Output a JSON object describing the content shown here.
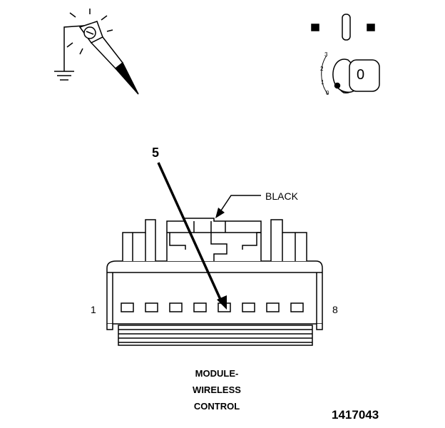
{
  "callout_number": "5",
  "wire_label": "BLACK",
  "pin_first": "1",
  "pin_last": "8",
  "module_lines": [
    "MODULE-",
    "WIRELESS",
    "CONTROL"
  ],
  "figure_number": "1417043",
  "ignition_positions": [
    "3",
    "2",
    "1",
    "0"
  ],
  "key_letter": "0",
  "terminal_count": 8,
  "probed_terminal": 5,
  "icons": [
    "test-light-probe-icon",
    "ground-symbol-icon",
    "ignition-switch-icon",
    "ignition-key-icon"
  ]
}
